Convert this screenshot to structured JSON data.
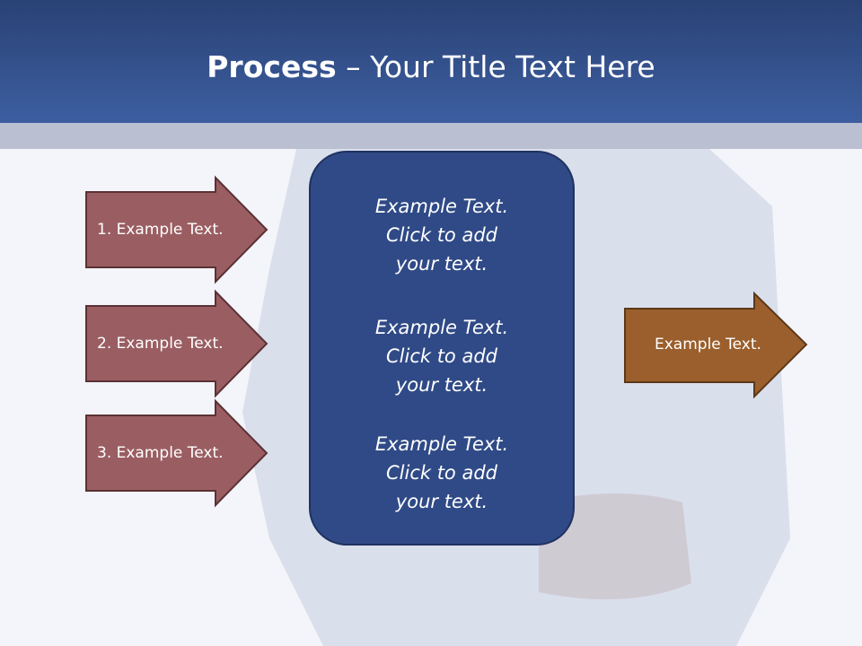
{
  "header": {
    "title_bold": "Process",
    "title_rest": " – Your Title Text Here"
  },
  "left_steps": [
    {
      "label": "1. Example Text."
    },
    {
      "label": "2. Example Text."
    },
    {
      "label": "3. Example Text."
    }
  ],
  "center_items": [
    {
      "line1": "Example Text.",
      "line2": "Click  to add",
      "line3": "your text."
    },
    {
      "line1": "Example Text.",
      "line2": "Click  to add",
      "line3": "your text."
    },
    {
      "line1": "Example Text.",
      "line2": "Click  to add",
      "line3": "your text."
    }
  ],
  "output": {
    "label": "Example Text."
  },
  "colors": {
    "header": "#3c5ea0",
    "step_arrow": "#9a5e62",
    "center_box": "#2f4a86",
    "output_arrow": "#9a5f2c"
  }
}
